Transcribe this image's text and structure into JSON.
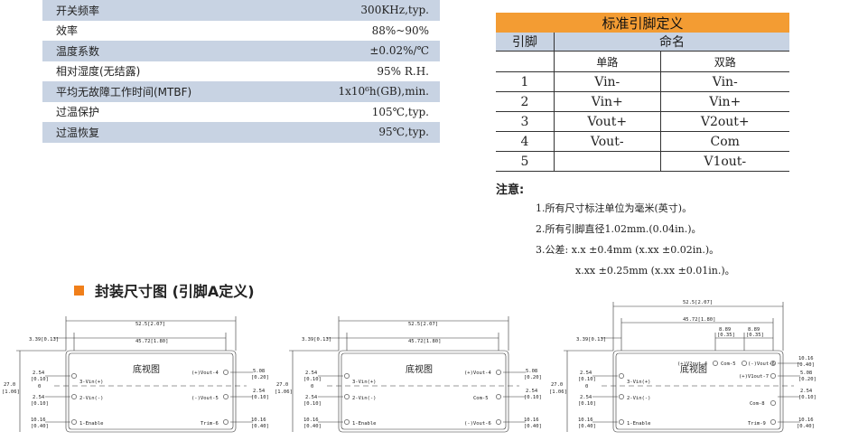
{
  "specs": [
    {
      "label": "开关频率",
      "value": "300KHz,typ."
    },
    {
      "label": "效率",
      "value": "88%~90%"
    },
    {
      "label": "温度系数",
      "value": "±0.02%/℃"
    },
    {
      "label": "相对湿度(无结露)",
      "value": "95% R.H."
    },
    {
      "label": "平均无故障工作时间(MTBF)",
      "value": "1x10⁶h(GB),min."
    },
    {
      "label": "过温保护",
      "value": "105℃,typ."
    },
    {
      "label": "过温恢复",
      "value": "95℃,typ."
    }
  ],
  "pin_table": {
    "title": "标准引脚定义",
    "col_pin": "引脚",
    "col_name": "命名",
    "col_single": "单路",
    "col_dual": "双路",
    "rows": [
      {
        "pin": "1",
        "single": "Vin-",
        "dual": "Vin-"
      },
      {
        "pin": "2",
        "single": "Vin+",
        "dual": "Vin+"
      },
      {
        "pin": "3",
        "single": "Vout+",
        "dual": "V2out+"
      },
      {
        "pin": "4",
        "single": "Vout-",
        "dual": "Com"
      },
      {
        "pin": "5",
        "single": "",
        "dual": "V1out-"
      }
    ]
  },
  "notes": {
    "title": "注意:",
    "lines": [
      "1.所有尺寸标注单位为毫米(英寸)。",
      "2.所有引脚直径1.02mm.(0.04in.)。",
      "3.公差: x.x ±0.4mm (x.xx ±0.02in.)。",
      "x.xx ±0.25mm (x.xx ±0.01in.)。"
    ]
  },
  "section_title": "封装尺寸图 (引脚A定义)",
  "drawings": {
    "common": {
      "width": "52.5[2.07]",
      "pitch": "45.72[1.80]",
      "offset": "3.39[0.13]",
      "height": "27.0",
      "height_in": "[1.06]",
      "bottom_view": "底视图",
      "l_254": "2.54",
      "l_010": "[0.10]",
      "l_0": "0",
      "l_1016": "10.16",
      "l_040": "[0.40]",
      "pin_3": "3-Vin(+)",
      "pin_2": "2-Vin(-)",
      "pin_1": "1-Enable"
    },
    "d1": {
      "r_top": "(+)Vout-4",
      "r_mid": "(-)Vout-5",
      "r_bot": "Trim-6",
      "r_top_dim": "5.08",
      "r_top_in": "[0.20]",
      "r_mid_dim": "2.54",
      "r_mid_in": "[0.10]",
      "r_bot_dim": "10.16",
      "r_bot_in": "[0.40]"
    },
    "d2": {
      "r_top": "(+)Vout-4",
      "r_mid": "Com-5",
      "r_bot": "(-)Vout-6",
      "r_top_dim": "5.08",
      "r_top_in": "[0.20]",
      "r_mid_dim": "2.54",
      "r_mid_in": "[0.10]",
      "r_bot_dim": "10.16",
      "r_bot_in": "[0.40]"
    },
    "d3": {
      "p4": "(+)V2out-4",
      "p5": "Com-5",
      "p6": "(-)Vout-6",
      "p7": "(+)V1out-7",
      "p8": "Com-8",
      "p9": "Trim-9",
      "d889a": "8.89",
      "d035a": "[0.35]",
      "d889b": "8.89",
      "d035b": "[0.35]",
      "r1": "10.16",
      "r1i": "[0.40]",
      "r2": "5.08",
      "r2i": "[0.20]",
      "r3": "2.54",
      "r3i": "[0.10]",
      "r4": "10.16",
      "r4i": "[0.40]"
    }
  }
}
